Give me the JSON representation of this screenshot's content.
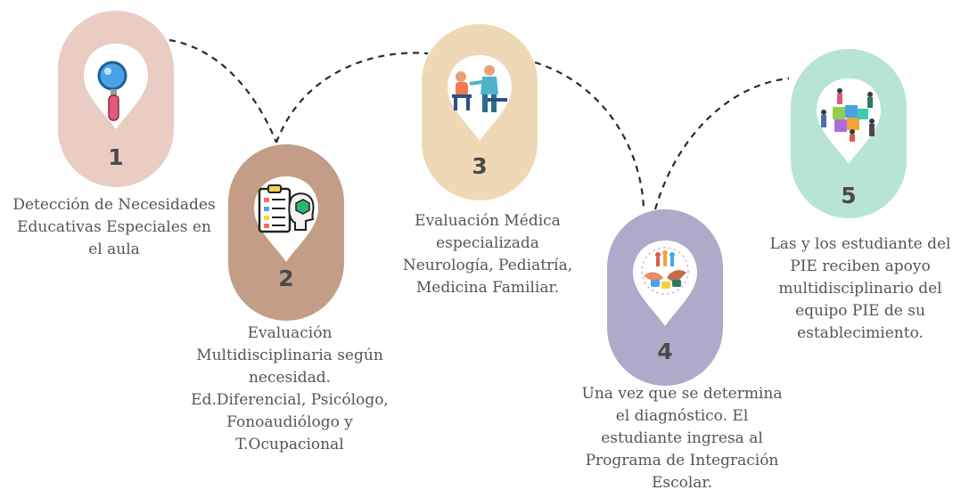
{
  "colors": {
    "step1": "#e9cdc3",
    "step2": "#c39d86",
    "step3": "#efd8b6",
    "step4": "#aeabca",
    "step5": "#b8e3d7",
    "text": "#555555",
    "number": "#4a4a4a"
  },
  "steps": [
    {
      "number": "1",
      "icon": "magnifier-icon",
      "text": "Detección de Necesidades\nEducativas Especiales en\nel aula"
    },
    {
      "number": "2",
      "icon": "clipboard-brain-icon",
      "text": "Evaluación\nMultidisciplinaria según\nnecesidad.\nEd.Diferencial, Psicólogo,\nFonoaudiólogo y\nT.Ocupacional"
    },
    {
      "number": "3",
      "icon": "doctor-patient-icon",
      "text": "Evaluación Médica\nespecializada\nNeurología, Pediatría,\nMedicina Familiar."
    },
    {
      "number": "4",
      "icon": "inclusion-hands-icon",
      "text": "Una vez que se determina\nel diagnóstico. El\nestudiante ingresa al\nPrograma de Integración\nEscolar."
    },
    {
      "number": "5",
      "icon": "team-puzzle-icon",
      "text": "Las y los estudiante del\nPIE reciben apoyo\nmultidisciplinario del\nequipo PIE de su\nestablecimiento."
    }
  ]
}
